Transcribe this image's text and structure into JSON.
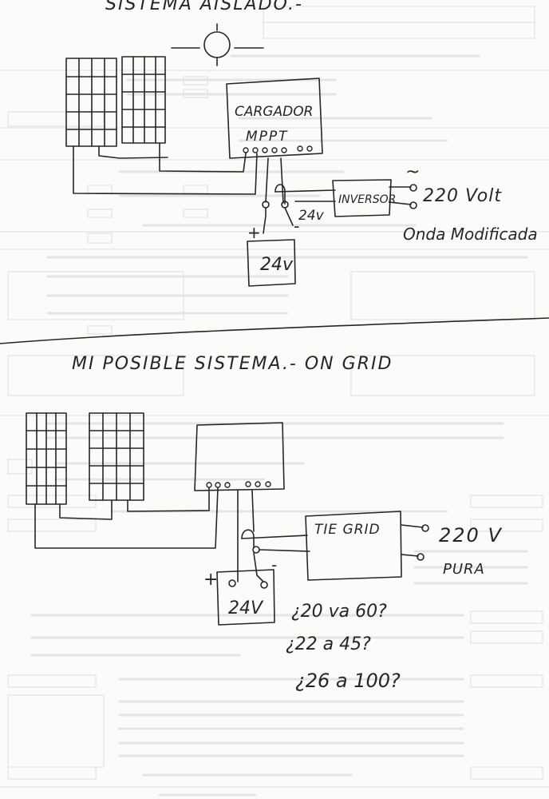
{
  "top": {
    "title": "SISTEMA AISLADO.-",
    "charger_line1": "CARGADOR",
    "charger_line2": "MPPT",
    "inverter": "INVERSOR",
    "ac_symbol": "~",
    "ac_output": "220 Volt",
    "waveform": "Onda Modificada",
    "dc_label": "24v",
    "battery": "24v",
    "plus": "+",
    "minus": "-"
  },
  "bottom": {
    "title": "MI POSIBLE SISTEMA.- ON GRID",
    "inverter": "TIE GRID",
    "ac_output": "220 V",
    "waveform": "PURA",
    "battery": "24V",
    "plus": "+",
    "minus": "-",
    "questions": [
      "¿20 va 60?",
      "¿22 a 45?",
      "¿26 a 100?"
    ]
  },
  "colors": {
    "ink": "#26262a",
    "paper": "#fbfbf9",
    "faint": "#d8d8d8"
  }
}
